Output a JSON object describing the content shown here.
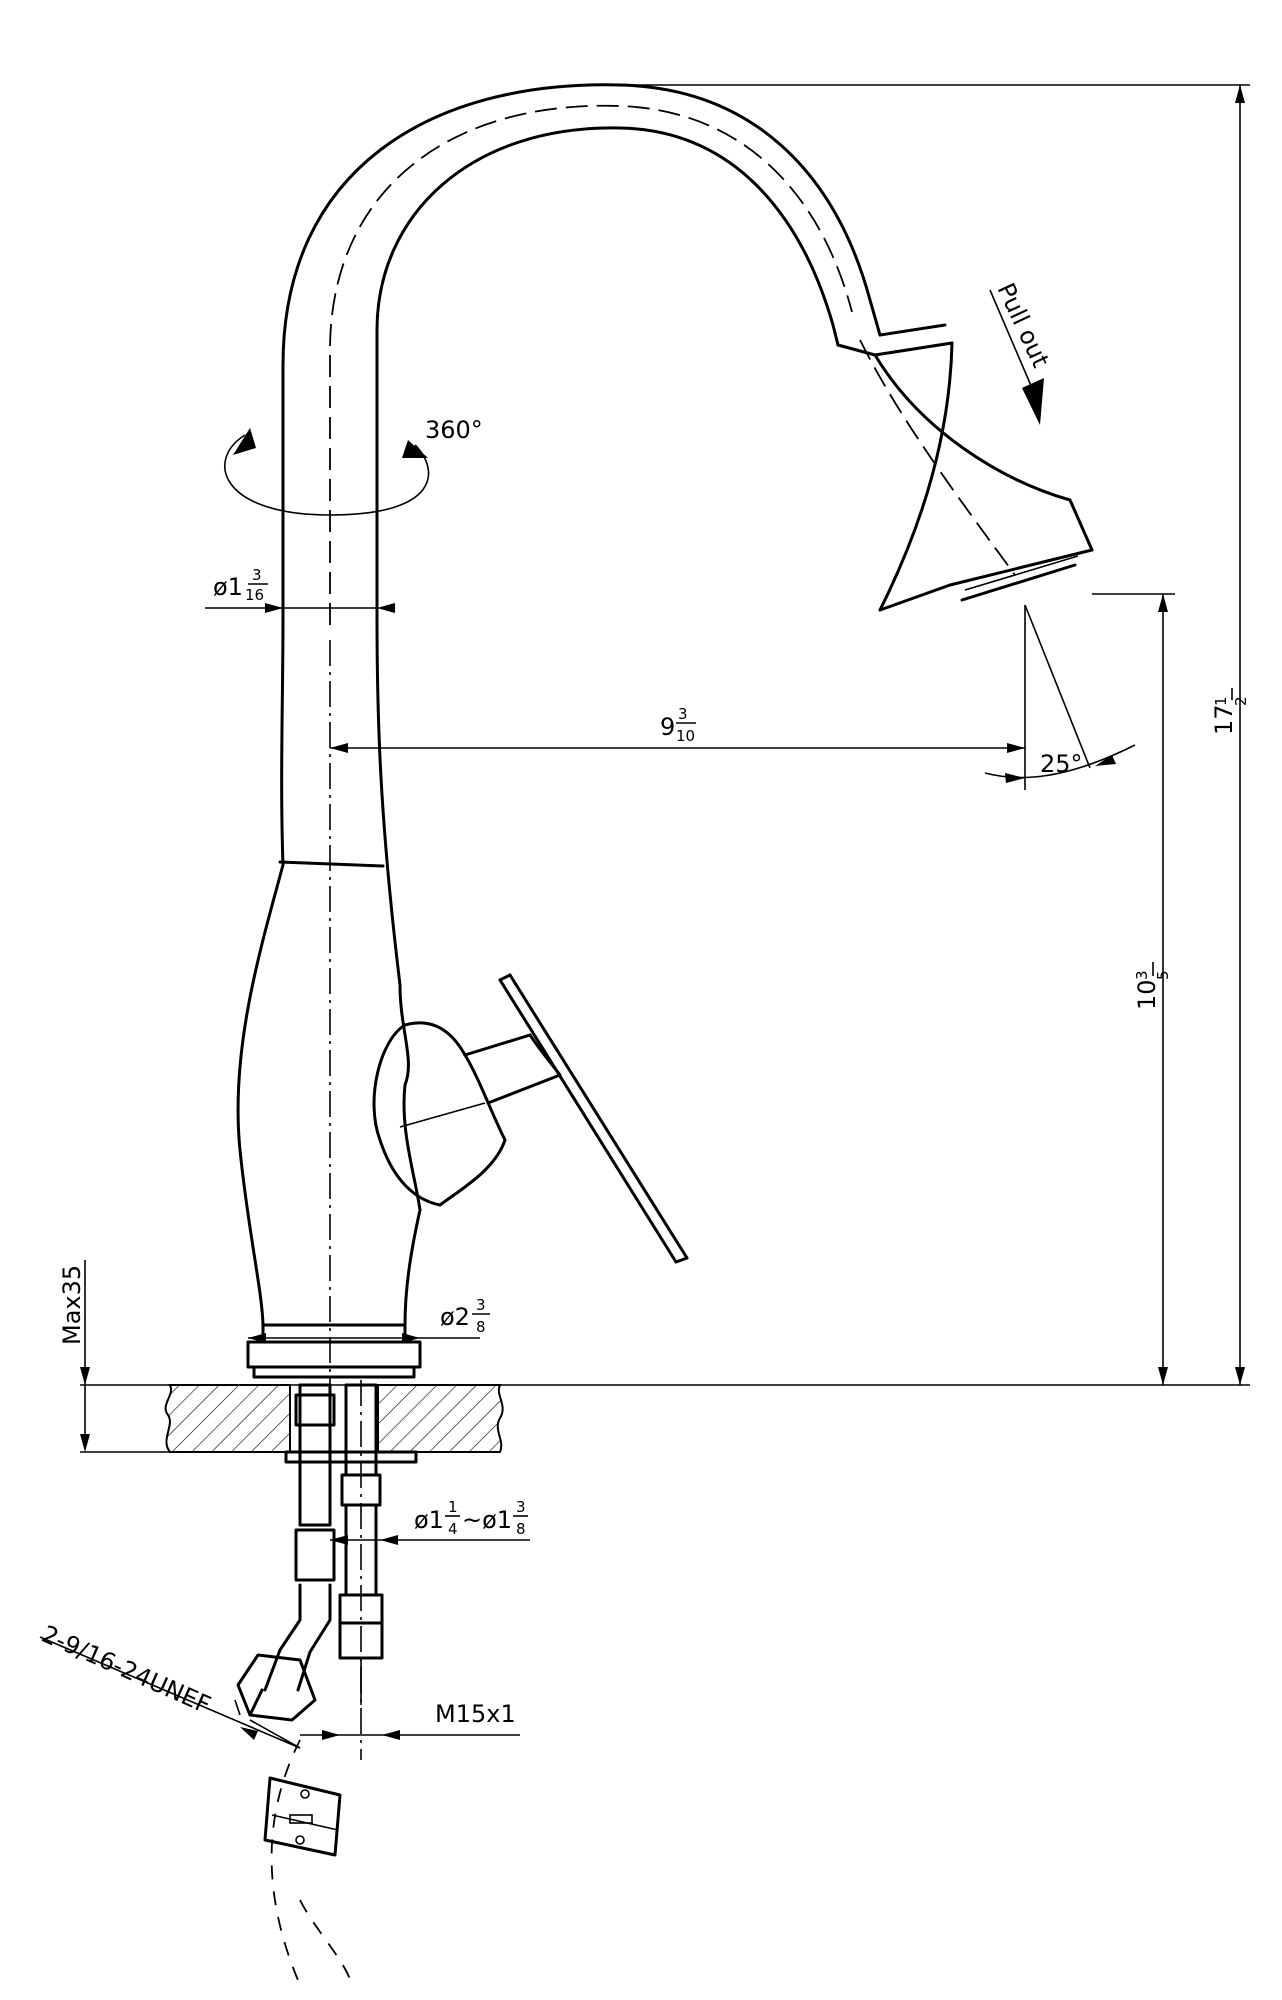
{
  "labels": {
    "rotation": "360°",
    "pull_out": "Pull out",
    "spout_diameter": {
      "prefix": "ø1",
      "num": "3",
      "den": "16"
    },
    "reach": {
      "prefix": "9",
      "num": "3",
      "den": "10"
    },
    "spray_angle": "25°",
    "total_height": {
      "prefix": "17",
      "num": "1",
      "den": "2"
    },
    "spout_height": {
      "prefix": "10",
      "num": "3",
      "den": "5"
    },
    "max_thickness": "Max35",
    "base_diameter": {
      "prefix": "ø2",
      "num": "3",
      "den": "8"
    },
    "hole_diameter": {
      "prefix": "ø1",
      "num1": "1",
      "den1": "4",
      "mid": "~ø1",
      "num2": "3",
      "den2": "8"
    },
    "hose_thread": "2-9/16-24UNEF",
    "pipe_thread": "M15x1"
  }
}
